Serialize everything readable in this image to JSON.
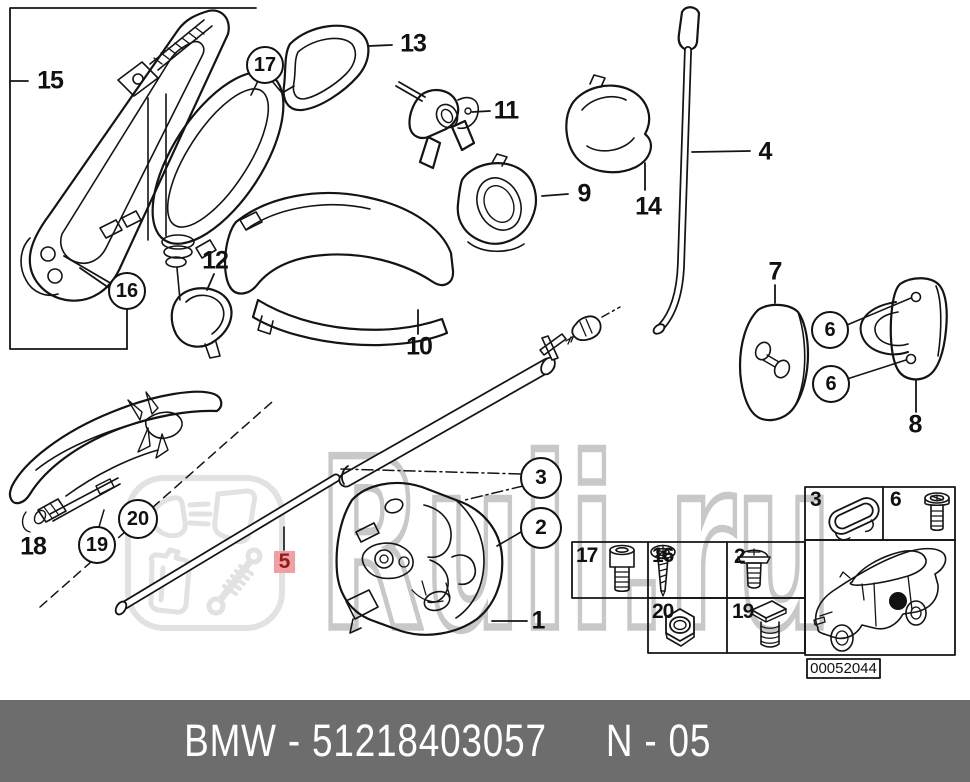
{
  "watermark": "Ruli.ru",
  "footer": {
    "brand_part": "BMW - 51218403057",
    "sheet": "N - 05"
  },
  "image_code": "00052044",
  "colors": {
    "highlight_bg": "#f0a0a0",
    "highlight_text": "#941b1b",
    "footer_bg": "#6d6d6d",
    "watermark_gray": "#c8c8c8",
    "line_art": "#111111"
  },
  "labels": {
    "p15": "15",
    "p17": "17",
    "p13": "13",
    "p11": "11",
    "p9": "9",
    "p14": "14",
    "p4": "4",
    "p7": "7",
    "p6a": "6",
    "p6b": "6",
    "p8": "8",
    "p12": "12",
    "p16": "16",
    "p10": "10",
    "p18": "18",
    "p19": "19",
    "p20": "20",
    "p5": "5",
    "p3": "3",
    "p2": "2",
    "p1": "1"
  },
  "fastener_table": {
    "c3": "3",
    "c6": "6",
    "c17": "17",
    "c16": "16",
    "c2": "2",
    "c20": "20",
    "c19": "19"
  }
}
